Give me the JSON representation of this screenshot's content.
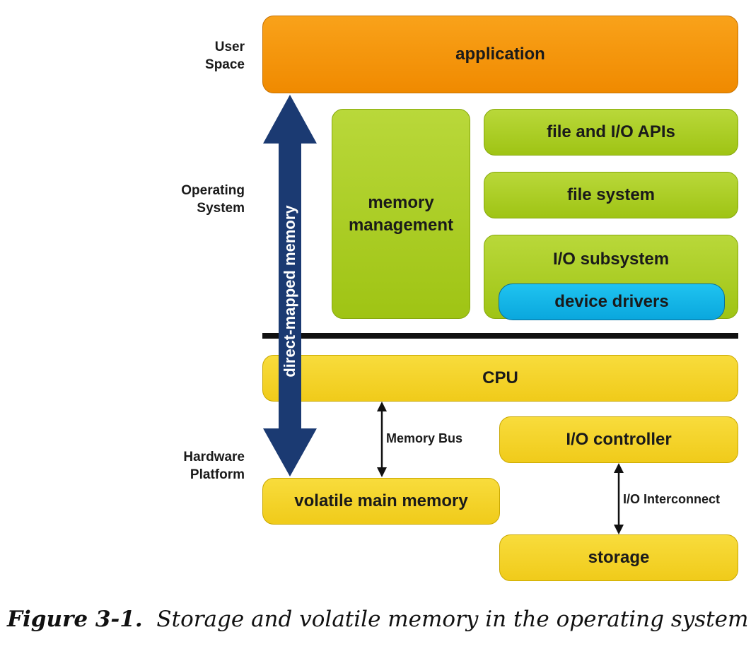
{
  "layers": {
    "user_space": [
      "User",
      "Space"
    ],
    "operating_system": [
      "Operating",
      "System"
    ],
    "hardware_platform": [
      "Hardware",
      "Platform"
    ]
  },
  "boxes": {
    "application": "application",
    "memory_management": "memory management",
    "file_io_apis": "file and I/O APIs",
    "file_system": "file system",
    "io_subsystem": "I/O subsystem",
    "device_drivers": "device drivers",
    "cpu": "CPU",
    "io_controller": "I/O controller",
    "volatile_main_memory": "volatile main memory",
    "storage": "storage"
  },
  "connectors": {
    "direct_mapped": "direct-mapped memory",
    "memory_bus": "Memory Bus",
    "io_interconnect": "I/O Interconnect"
  },
  "caption": {
    "label": "Figure 3-1.",
    "text": "Storage and volatile memory in the operating system"
  },
  "colors": {
    "application": "#f39400",
    "os_component": "#a8cc1f",
    "hardware": "#f3d02a",
    "device_drivers": "#12b4e6",
    "arrow": "#1b3a72"
  }
}
